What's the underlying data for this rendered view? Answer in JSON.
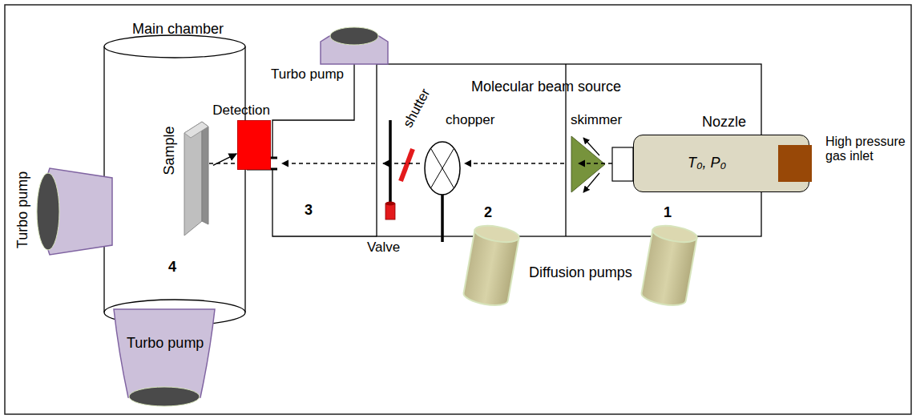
{
  "diagram": {
    "nodes": [
      {
        "text": [
          "Sample"
        ]
      },
      {
        "text": [
          "Detection"
        ]
      },
      {
        "text": [
          "Nozzle",
          "T₀, P₀"
        ]
      }
    ],
    "edges": [
      {
        "from": 0,
        "to": 1,
        "arrow": "to"
      }
    ],
    "labels": [
      "Main chamber",
      "Turbo pump",
      "Molecular beam source",
      "shutter",
      "chopper",
      "skimmer",
      "High pressure gas inlet",
      "Turbo pump",
      "3",
      "2",
      "1",
      "4",
      "Valve",
      "Diffusion pumps",
      "Turbo pump"
    ]
  }
}
